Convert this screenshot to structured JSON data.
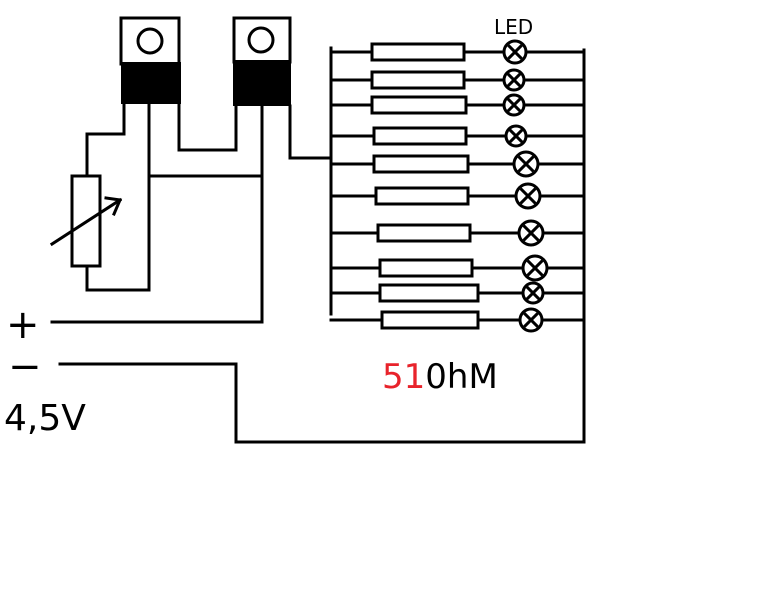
{
  "labels": {
    "led": "LED",
    "plus": "+",
    "minus": "−",
    "voltage": "4,5V",
    "resistance_red": "51",
    "resistance_black": "0hM"
  },
  "colors": {
    "wire": "#000000",
    "plus": "#e8232b",
    "minus": "#2aa3e0",
    "resistance_red": "#e8232b"
  },
  "components": {
    "regulators": 2,
    "potentiometer": 1,
    "resistors": 10,
    "leds": 10
  },
  "icons": [
    "voltage-regulator-icon",
    "potentiometer-icon",
    "resistor-icon",
    "led-icon"
  ]
}
